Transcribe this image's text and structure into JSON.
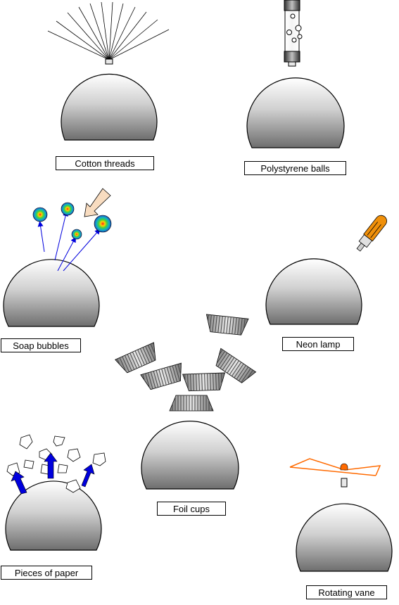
{
  "labels": {
    "cotton": "Cotton threads",
    "polystyrene": "Polystyrene balls",
    "soap": "Soap bubbles",
    "neon": "Neon lamp",
    "foil": "Foil cups",
    "paper": "Pieces of paper",
    "vane": "Rotating vane"
  },
  "colors": {
    "dome_top": "#ffffff",
    "dome_mid": "#c8c8c8",
    "dome_bottom": "#707070",
    "outline": "#000000",
    "arrow_blue": "#0000dd",
    "lamp_orange": "#f0900a",
    "vane_orange": "#ff6a00",
    "peach_arrow": "#f8dcc0"
  }
}
